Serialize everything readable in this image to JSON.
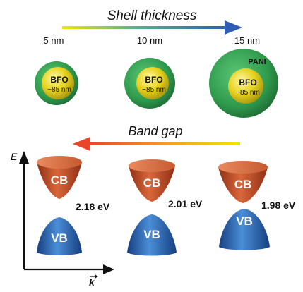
{
  "thickness_arrow": {
    "label": "Shell thickness",
    "colors": [
      "#f2e600",
      "#2e5db3"
    ]
  },
  "bandgap_arrow": {
    "label": "Band gap",
    "colors": [
      "#f2e600",
      "#e8452b"
    ]
  },
  "particles": [
    {
      "thickness_label": "5 nm",
      "core_label": "BFO",
      "core_size": "~85 nm"
    },
    {
      "thickness_label": "10 nm",
      "core_label": "BFO",
      "core_size": "~85 nm"
    },
    {
      "thickness_label": "15 nm",
      "core_label": "BFO",
      "core_size": "~85 nm",
      "shell_label": "PANI"
    }
  ],
  "bands": [
    {
      "cb_label": "CB",
      "vb_label": "VB",
      "gap": "2.18 eV"
    },
    {
      "cb_label": "CB",
      "vb_label": "VB",
      "gap": "2.01 eV"
    },
    {
      "cb_label": "CB",
      "vb_label": "VB",
      "gap": "1.98 eV"
    }
  ],
  "axes": {
    "y_label": "E",
    "x_label": "k"
  },
  "colors": {
    "core": "#e6d21c",
    "shell": "#2f9a4c",
    "cb": "#c8512a",
    "vb": "#2b66b5"
  }
}
